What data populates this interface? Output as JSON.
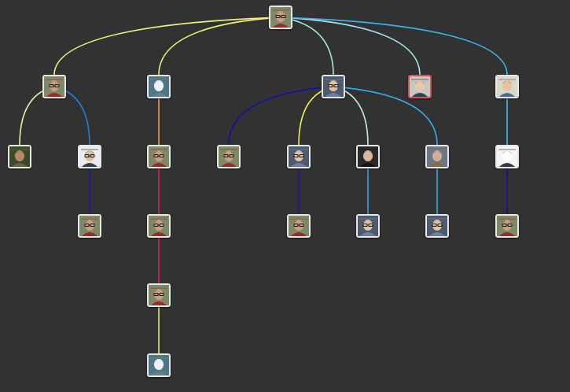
{
  "background": "#323232",
  "selected_border": "#d9534f",
  "avatar_kinds": {
    "bearded": {
      "bg": "#7e8a66",
      "skin": "#c8a080",
      "hair": "#3a2a20",
      "accent": "#9c2a2a",
      "glasses": true
    },
    "lamp": {
      "bg": "#4f7786",
      "skin": "#eef2f4",
      "hair": "#b0bcc2",
      "accent": "#65808c"
    },
    "portrait": {
      "bg": "#4c5b6e",
      "skin": "#e5c4a6",
      "hair": "#2a2420",
      "accent": "#6d7f9e",
      "glasses": true
    },
    "redhead": {
      "bg": "#c5c7c3",
      "skin": "#e8c7ae",
      "hair": "#5a3020",
      "accent": "#314255"
    },
    "smiling": {
      "bg": "#ddd7c6",
      "skin": "#e6c39f",
      "hair": "#3d2f22",
      "accent": "#4a6a9c"
    },
    "outdoor": {
      "bg": "#3a4a2a",
      "skin": "#b48a68",
      "hair": "#3a2418",
      "accent": "#5d6b3a"
    },
    "suit": {
      "bg": "#e8ecef",
      "skin": "#e0bea0",
      "hair": "#2b2119",
      "accent": "#2e3f56",
      "glasses": true
    },
    "blackshirt": {
      "bg": "#2b2b2b",
      "skin": "#dbb79c",
      "hair": "#1e1a16",
      "accent": "#141414"
    },
    "hat": {
      "bg": "#6c7686",
      "skin": "#d4ae90",
      "hair": "#1b1b1b",
      "accent": "#8a6a3a"
    },
    "sketch": {
      "bg": "#f4f4f4",
      "skin": "#ffffff",
      "hair": "#1c1c1c",
      "accent": "#3a3a3a"
    }
  },
  "nodes": [
    {
      "id": "root",
      "kind": "bearded"
    },
    {
      "id": "n1",
      "kind": "bearded"
    },
    {
      "id": "n2",
      "kind": "lamp"
    },
    {
      "id": "n3",
      "kind": "portrait"
    },
    {
      "id": "n4",
      "kind": "redhead",
      "selected": true
    },
    {
      "id": "n5",
      "kind": "smiling"
    },
    {
      "id": "n1a",
      "kind": "outdoor"
    },
    {
      "id": "n1b",
      "kind": "suit"
    },
    {
      "id": "n1b1",
      "kind": "bearded"
    },
    {
      "id": "n2a",
      "kind": "bearded"
    },
    {
      "id": "n2a1",
      "kind": "bearded"
    },
    {
      "id": "n2a2",
      "kind": "bearded"
    },
    {
      "id": "n2a3",
      "kind": "lamp"
    },
    {
      "id": "n3a",
      "kind": "bearded"
    },
    {
      "id": "n3b",
      "kind": "portrait"
    },
    {
      "id": "n3b1",
      "kind": "bearded"
    },
    {
      "id": "n3c",
      "kind": "blackshirt"
    },
    {
      "id": "n3c1",
      "kind": "portrait"
    },
    {
      "id": "n3d",
      "kind": "hat"
    },
    {
      "id": "n3d1",
      "kind": "portrait"
    },
    {
      "id": "n5a",
      "kind": "sketch"
    },
    {
      "id": "n5a1",
      "kind": "bearded"
    }
  ],
  "edges": [
    {
      "from": "root",
      "to": "n1",
      "color": "#f0f07a"
    },
    {
      "from": "root",
      "to": "n2",
      "color": "#f0f07a"
    },
    {
      "from": "root",
      "to": "n3",
      "color": "#a8e8e0"
    },
    {
      "from": "root",
      "to": "n4",
      "color": "#a8e8f0"
    },
    {
      "from": "root",
      "to": "n5",
      "color": "#35b8ea"
    },
    {
      "from": "n1",
      "to": "n1a",
      "color": "#e8f0a0"
    },
    {
      "from": "n1",
      "to": "n1b",
      "color": "#1e82d8"
    },
    {
      "from": "n1b",
      "to": "n1b1",
      "color": "#1a1aa8"
    },
    {
      "from": "n2",
      "to": "n2a",
      "color": "#f0a040"
    },
    {
      "from": "n2a",
      "to": "n2a1",
      "color": "#e02050"
    },
    {
      "from": "n2a1",
      "to": "n2a2",
      "color": "#e02050"
    },
    {
      "from": "n2a2",
      "to": "n2a3",
      "color": "#e0f070"
    },
    {
      "from": "n3",
      "to": "n3a",
      "color": "#1010a8"
    },
    {
      "from": "n3",
      "to": "n3b",
      "color": "#f0f050"
    },
    {
      "from": "n3",
      "to": "n3c",
      "color": "#c0f0e0"
    },
    {
      "from": "n3",
      "to": "n3d",
      "color": "#30b0f0"
    },
    {
      "from": "n3b",
      "to": "n3b1",
      "color": "#1a1aa8"
    },
    {
      "from": "n3c",
      "to": "n3c1",
      "color": "#30a8e8"
    },
    {
      "from": "n3d",
      "to": "n3d1",
      "color": "#30b0f0"
    },
    {
      "from": "n5",
      "to": "n5a",
      "color": "#40c0f0"
    },
    {
      "from": "n5a",
      "to": "n5a1",
      "color": "#1010a8"
    }
  ]
}
